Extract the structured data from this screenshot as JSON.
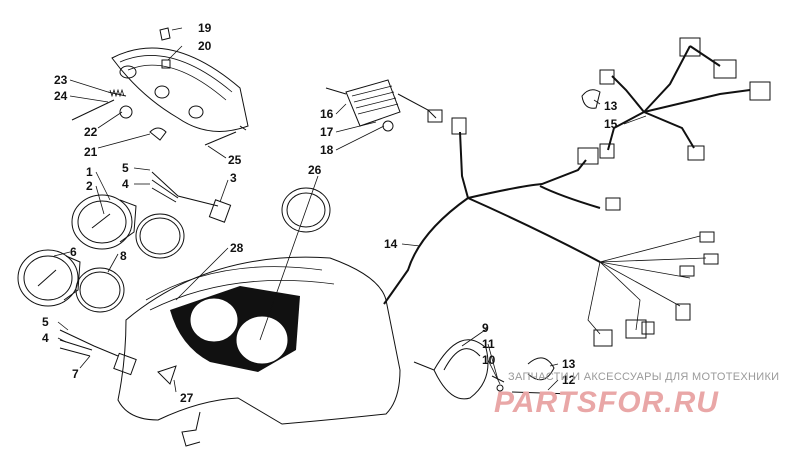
{
  "callouts": {
    "c1": "1",
    "c2": "2",
    "c3": "3",
    "c4a": "4",
    "c4b": "4",
    "c5a": "5",
    "c5b": "5",
    "c6": "6",
    "c7": "7",
    "c8": "8",
    "c9": "9",
    "c10": "10",
    "c11": "11",
    "c12": "12",
    "c13a": "13",
    "c13b": "13",
    "c14": "14",
    "c15": "15",
    "c16": "16",
    "c17": "17",
    "c18": "18",
    "c19": "19",
    "c20": "20",
    "c21": "21",
    "c22": "22",
    "c23": "23",
    "c24": "24",
    "c25": "25",
    "c26": "26",
    "c27": "27",
    "c28": "28"
  },
  "watermark": {
    "tagline": "ЗАПЧАСТИ И АКСЕССУАРЫ ДЛЯ МОТОТЕХНИКИ",
    "logo": "PARTSFOR.RU",
    "color": "#e9a7a7"
  }
}
